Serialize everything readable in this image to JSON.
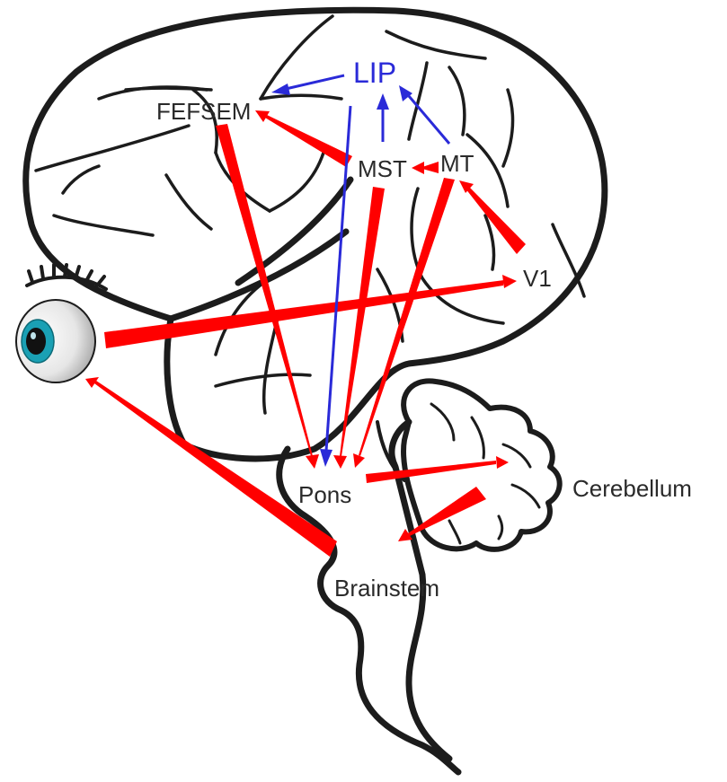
{
  "labels": {
    "lip": "LIP",
    "fefsem": "FEFSEM",
    "mst": "MST",
    "mt": "MT",
    "v1": "V1",
    "pons": "Pons",
    "cerebellum": "Cerebellum",
    "brainstem": "Brainstem"
  },
  "colors": {
    "outline": "#1c1c1c",
    "red_pathway": "#ff0000",
    "blue_pathway": "#2a2ad8",
    "iris": "#1aa0b4",
    "pupil": "#111111"
  },
  "icons": [
    "eye-icon",
    "eyelash-icon"
  ]
}
